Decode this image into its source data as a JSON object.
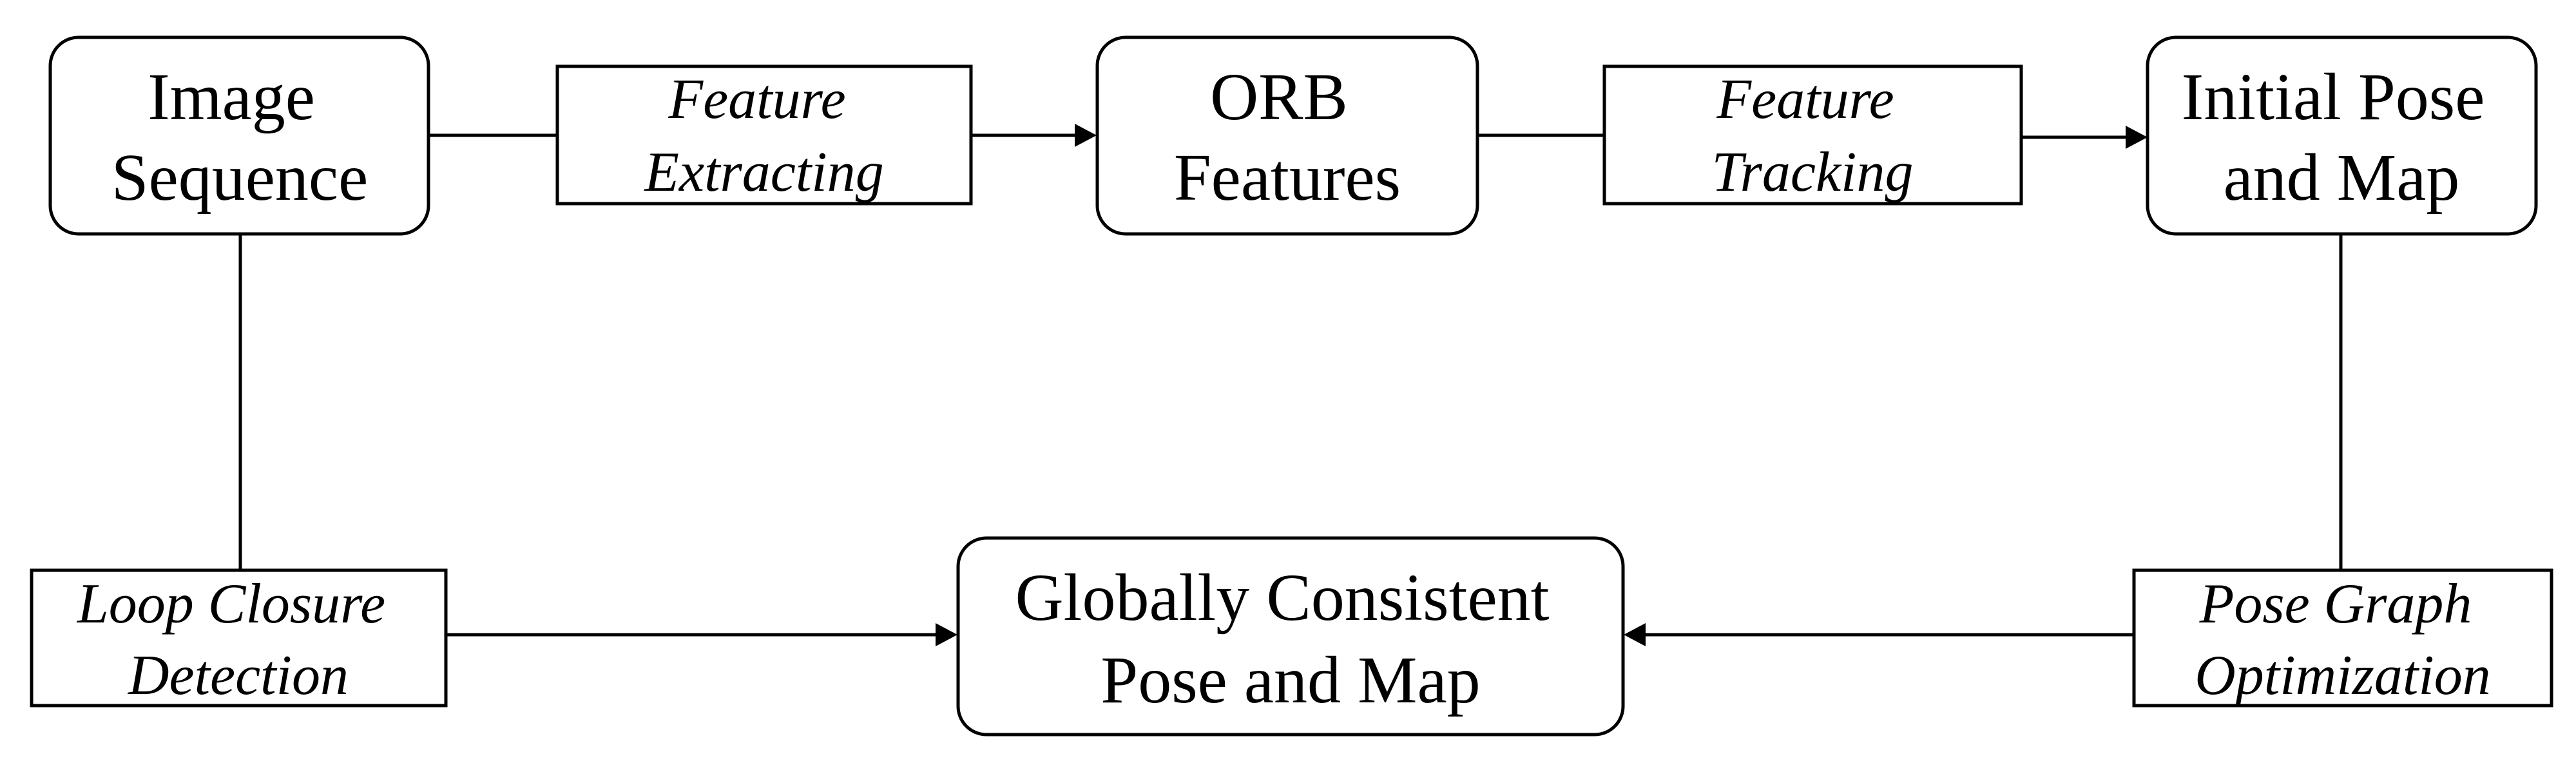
{
  "diagram": {
    "nodes": {
      "image_sequence": {
        "lines": [
          "Image",
          "Sequence"
        ]
      },
      "orb_features": {
        "lines": [
          "ORB",
          "Features"
        ]
      },
      "initial_pose_map": {
        "lines": [
          "Initial Pose",
          "and Map"
        ]
      },
      "global_pose_map": {
        "lines": [
          "Globally Consistent",
          "Pose and Map"
        ]
      }
    },
    "processes": {
      "feature_extracting": {
        "lines": [
          "Feature",
          "Extracting"
        ]
      },
      "feature_tracking": {
        "lines": [
          "Feature",
          "Tracking"
        ]
      },
      "loop_closure": {
        "lines": [
          "Loop Closure",
          "Detection"
        ]
      },
      "pose_graph_opt": {
        "lines": [
          "Pose Graph",
          "Optimization"
        ]
      }
    }
  }
}
